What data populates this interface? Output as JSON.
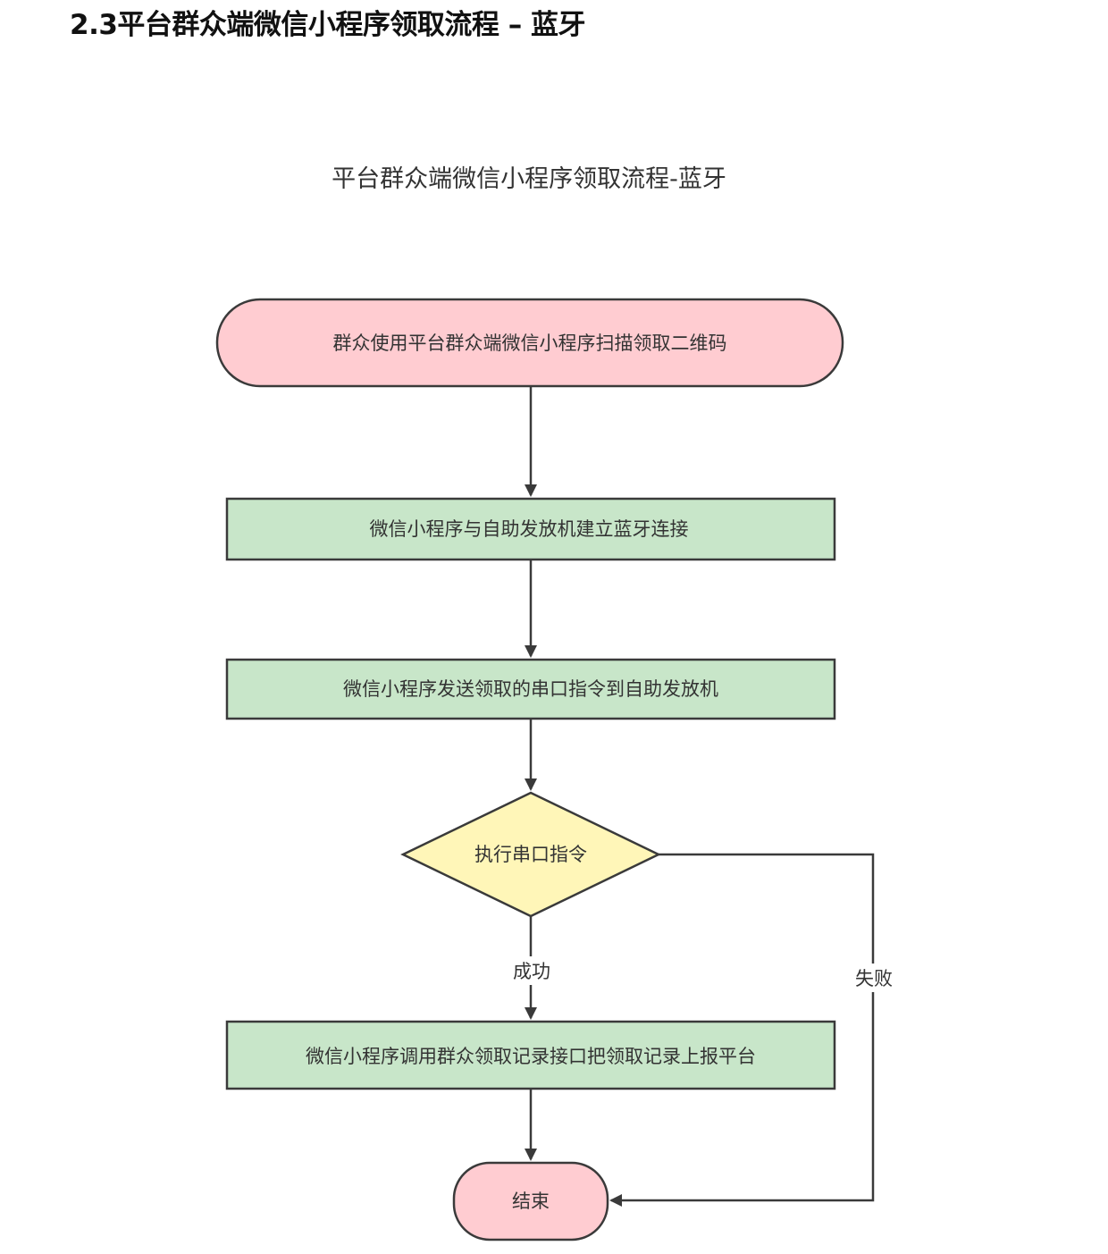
{
  "heading": "2.3平台群众端微信小程序领取流程 – 蓝牙",
  "diagram": {
    "title": "平台群众端微信小程序领取流程-蓝牙",
    "nodes": {
      "start": {
        "label": "群众使用平台群众端微信小程序扫描领取二维码",
        "shape": "terminal",
        "fill": "#ffccd1"
      },
      "connect": {
        "label": "微信小程序与自助发放机建立蓝牙连接",
        "shape": "process",
        "fill": "#c8e6c9"
      },
      "send": {
        "label": "微信小程序发送领取的串口指令到自助发放机",
        "shape": "process",
        "fill": "#c8e6c9"
      },
      "execute": {
        "label": "执行串口指令",
        "shape": "decision",
        "fill": "#fff6b8"
      },
      "report": {
        "label": "微信小程序调用群众领取记录接口把领取记录上报平台",
        "shape": "process",
        "fill": "#c8e6c9"
      },
      "end": {
        "label": "结束",
        "shape": "terminal",
        "fill": "#ffccd1"
      }
    },
    "edges": {
      "success": {
        "label": "成功",
        "from": "execute",
        "to": "report"
      },
      "failure": {
        "label": "失败",
        "from": "execute",
        "to": "end"
      }
    }
  }
}
